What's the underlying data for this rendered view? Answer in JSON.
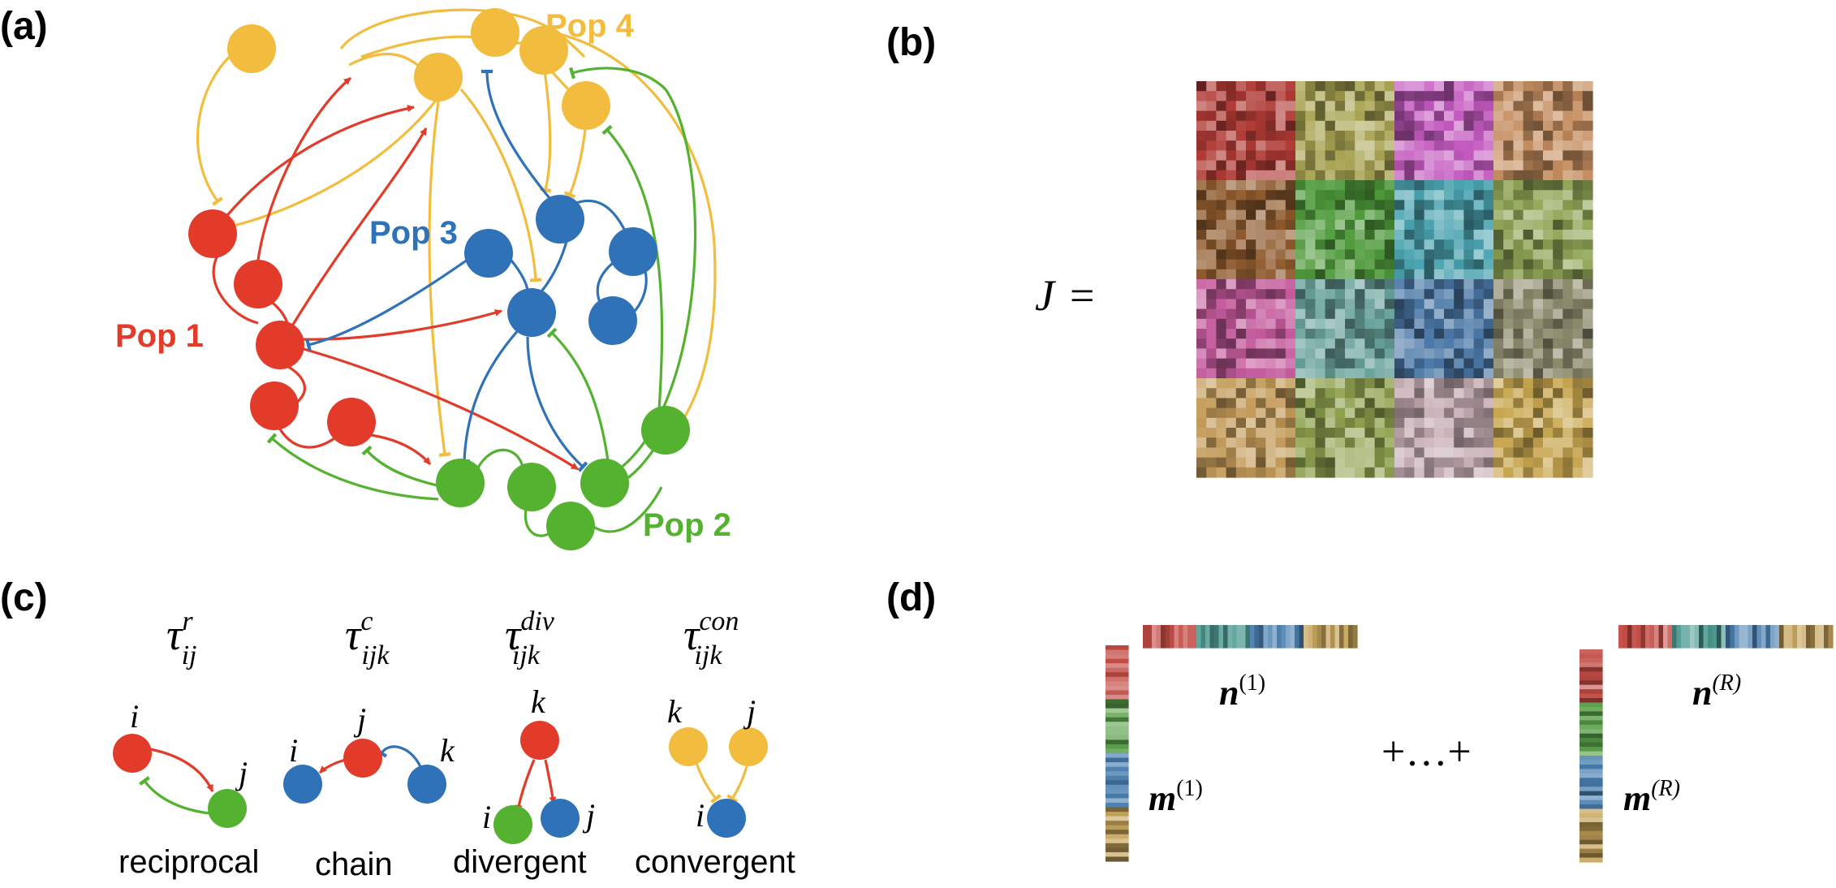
{
  "panels": {
    "a": "(a)",
    "b": "(b)",
    "c": "(c)",
    "d": "(d)"
  },
  "colors": {
    "pop1": "#e23b2a",
    "pop2": "#55b230",
    "pop3": "#2f72b8",
    "pop4": "#f2bd3e"
  },
  "network": {
    "pop_labels": {
      "pop1": "Pop 1",
      "pop2": "Pop 2",
      "pop3": "Pop 3",
      "pop4": "Pop 4"
    }
  },
  "matrix": {
    "lhs_symbol": "J",
    "lhs_equals": "=",
    "block_colors": [
      [
        "#b03a35",
        "#a8a352",
        "#c45ac0",
        "#c58d5f"
      ],
      [
        "#8e5a2d",
        "#4f9a3b",
        "#4aa3b0",
        "#90a556"
      ],
      [
        "#c45a9c",
        "#6aa39c",
        "#4a77a6",
        "#8c8a6c"
      ],
      [
        "#c39a58",
        "#8fa24f",
        "#c7aeb5",
        "#c8a650"
      ]
    ]
  },
  "motifs": {
    "reciprocal": {
      "sym": "τ",
      "sub": "ij",
      "sup": "r",
      "caption": "reciprocal",
      "n1": "i",
      "n2": "j"
    },
    "chain": {
      "sym": "τ",
      "sub": "ijk",
      "sup": "c",
      "caption": "chain",
      "n1": "i",
      "n2": "j",
      "n3": "k"
    },
    "divergent": {
      "sym": "τ",
      "sub": "ijk",
      "sup": "div",
      "caption": "divergent",
      "n1": "k",
      "n2": "i",
      "n3": "j"
    },
    "convergent": {
      "sym": "τ",
      "sub": "ijk",
      "sup": "con",
      "caption": "convergent",
      "n1": "k",
      "n2": "j",
      "n3": "i"
    }
  },
  "lowrank": {
    "n1": "n",
    "n1sup": "(1)",
    "m1": "m",
    "m1sup": "(1)",
    "nR": "n",
    "nRsup": "(R)",
    "mR": "m",
    "mRsup": "(R)",
    "plus": "+…+"
  }
}
